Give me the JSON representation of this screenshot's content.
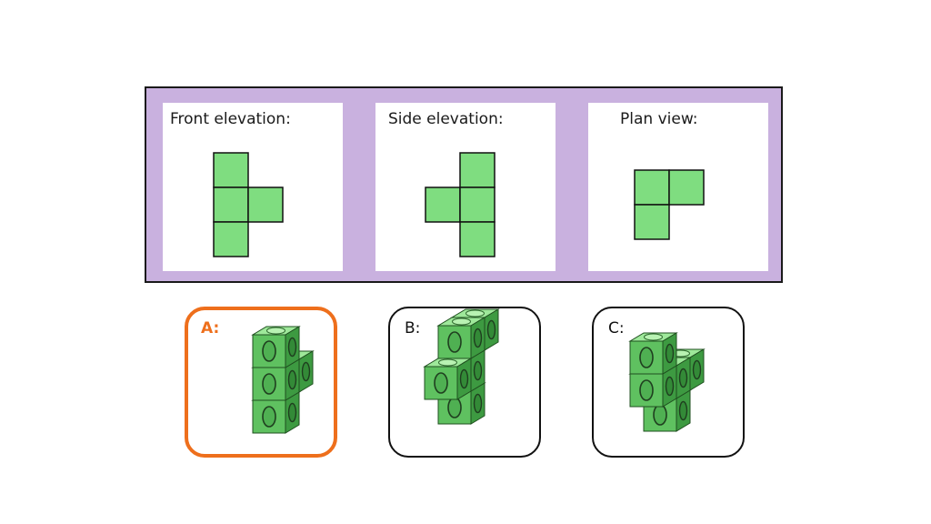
{
  "views": [
    {
      "label": "Front elevation:"
    },
    {
      "label": "Side elevation:"
    },
    {
      "label": "Plan view:"
    }
  ],
  "options": [
    {
      "label": "A:",
      "selected": true
    },
    {
      "label": "B:",
      "selected": false
    },
    {
      "label": "C:",
      "selected": false
    }
  ],
  "colors": {
    "square_fill": "#7fdd80",
    "cube_front": "#5fc160",
    "cube_side": "#3d9a41",
    "cube_top": "#9ee89a",
    "panel_background": "#c9b1df",
    "selected_outline": "#ee6f1c"
  }
}
